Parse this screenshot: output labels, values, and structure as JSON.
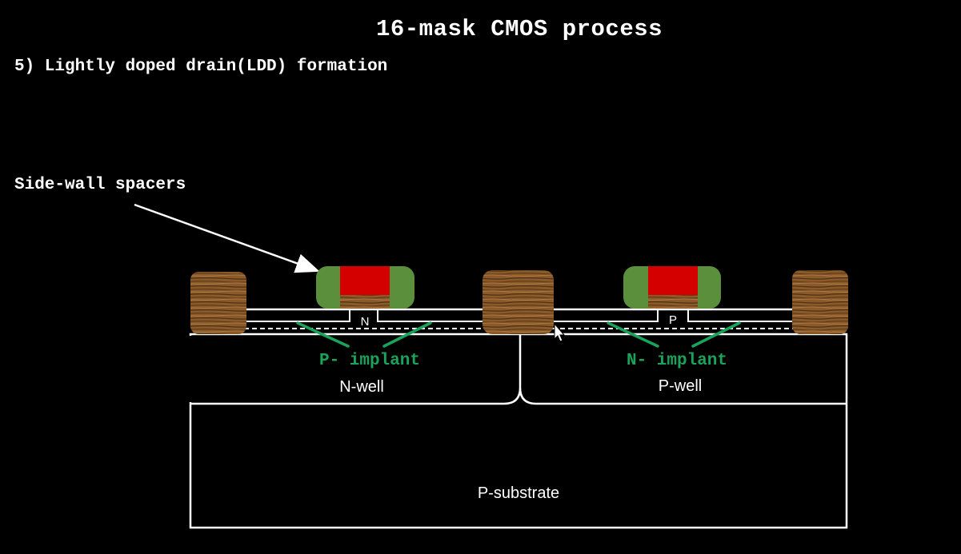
{
  "title": "16-mask CMOS process",
  "subtitle": "5) Lightly doped drain(LDD) formation",
  "callout_label": "Side-wall spacers",
  "regions": {
    "nwell": "N-well",
    "pwell": "P-well",
    "substrate": "P-substrate"
  },
  "implants": {
    "left": "P- implant",
    "right": "N- implant"
  },
  "well_contacts": {
    "left": "N",
    "right": "P"
  },
  "colors": {
    "background": "#000000",
    "outline": "#ffffff",
    "implant_green": "#1aa35a",
    "spacer_green": "#5b8f3c",
    "gate_red": "#d40000",
    "oxide_brown": "#8a5a2b"
  },
  "icons": [
    "mouse-cursor-icon",
    "arrow-icon"
  ]
}
